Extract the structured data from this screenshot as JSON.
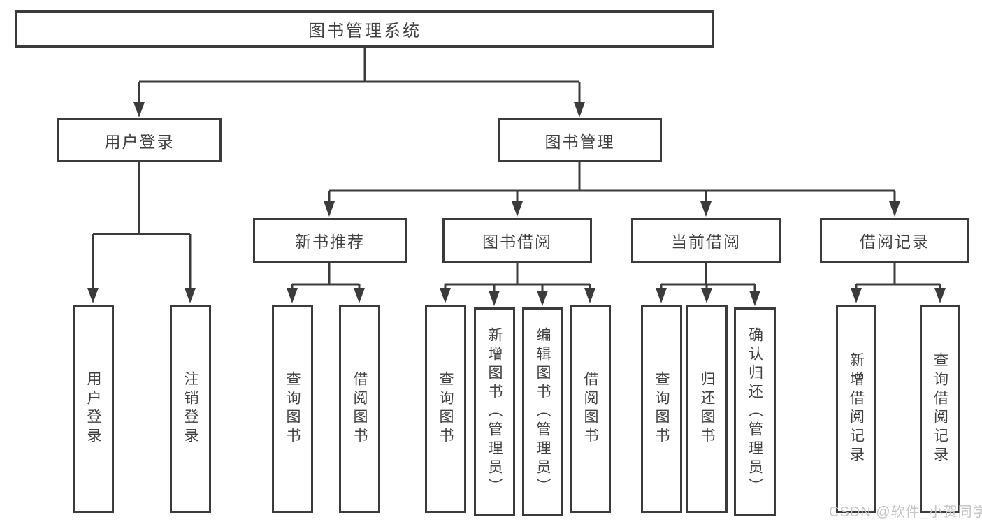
{
  "diagram_title": "图书管理系统",
  "tree": {
    "root": "图书管理系统",
    "login": {
      "label": "用户登录",
      "children": [
        "用户登录",
        "注销登录"
      ]
    },
    "management": {
      "label": "图书管理",
      "groups": [
        {
          "label": "新书推荐",
          "children": [
            "查询图书",
            "借阅图书"
          ]
        },
        {
          "label": "图书借阅",
          "children": [
            "查询图书",
            "新增图书（管理员）",
            "编辑图书（管理员）",
            "借阅图书"
          ]
        },
        {
          "label": "当前借阅",
          "children": [
            "查询图书",
            "归还图书",
            "确认归还（管理员）"
          ]
        },
        {
          "label": "借阅记录",
          "children": [
            "新增借阅记录",
            "查询借阅记录"
          ]
        }
      ]
    }
  },
  "watermark": "CSDN @软件_小贺同学",
  "colors": {
    "line": "#3b3b3b",
    "text": "#404040",
    "watermark": "#c4c4c4",
    "background": "#ffffff"
  }
}
